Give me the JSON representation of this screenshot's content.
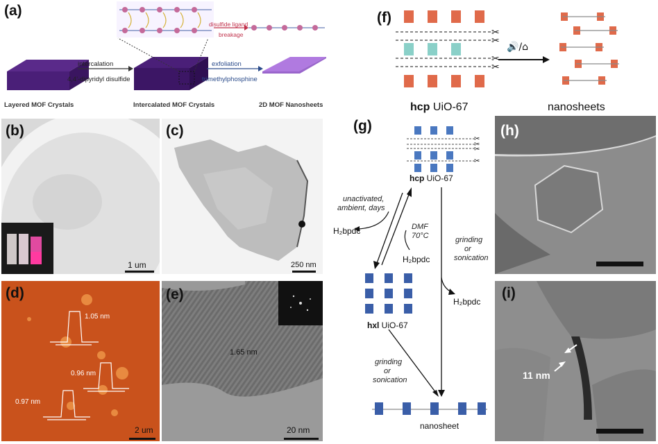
{
  "panels": {
    "a": {
      "letter": "(a)",
      "label_layered": "Layered MOF Crystals",
      "label_intercalated": "Intercalated MOF Crystals",
      "label_nanosheets": "2D MOF Nanosheets",
      "arrow1_top": "intercalation",
      "arrow1_bottom": "4,4'-dipyridyl disulfide",
      "arrow2_top": "exfoliation",
      "arrow2_bottom": "trimethylphosphine",
      "breakage_line1": "disulfide ligand",
      "breakage_line2": "breakage"
    },
    "b": {
      "letter": "(b)",
      "scale": "1 um"
    },
    "c": {
      "letter": "(c)",
      "scale": "250 nm"
    },
    "d": {
      "letter": "(d)",
      "scale": "2 um",
      "h1": "1.05 nm",
      "h2": "0.96 nm",
      "h3": "0.97 nm"
    },
    "e": {
      "letter": "(e)",
      "scale": "20 nm",
      "spacing": "1.65 nm"
    },
    "f": {
      "letter": "(f)",
      "left_bold": "hcp",
      "left_rest": " UiO-67",
      "right": "nanosheets"
    },
    "g": {
      "letter": "(g)",
      "hcp_bold": "hcp",
      "hcp_rest": " UiO-67",
      "hxl_bold": "hxl",
      "hxl_rest": " UiO-67",
      "unactivated1": "unactivated,",
      "unactivated2": "ambient, days",
      "dmf1": "DMF",
      "dmf2": "70°C",
      "h2bpdc_left": "H₂bpdc",
      "h2bpdc_mid": "H₂bpdc",
      "h2bpdc_right": "H₂bpdc",
      "grind_right1": "grinding",
      "grind_right2": "or",
      "grind_right3": "sonication",
      "grind_left1": "grinding",
      "grind_left2": "or",
      "grind_left3": "sonication",
      "nanosheet": "nanosheet"
    },
    "h": {
      "letter": "(h)"
    },
    "i": {
      "letter": "(i)",
      "thickness": "11 nm"
    }
  }
}
